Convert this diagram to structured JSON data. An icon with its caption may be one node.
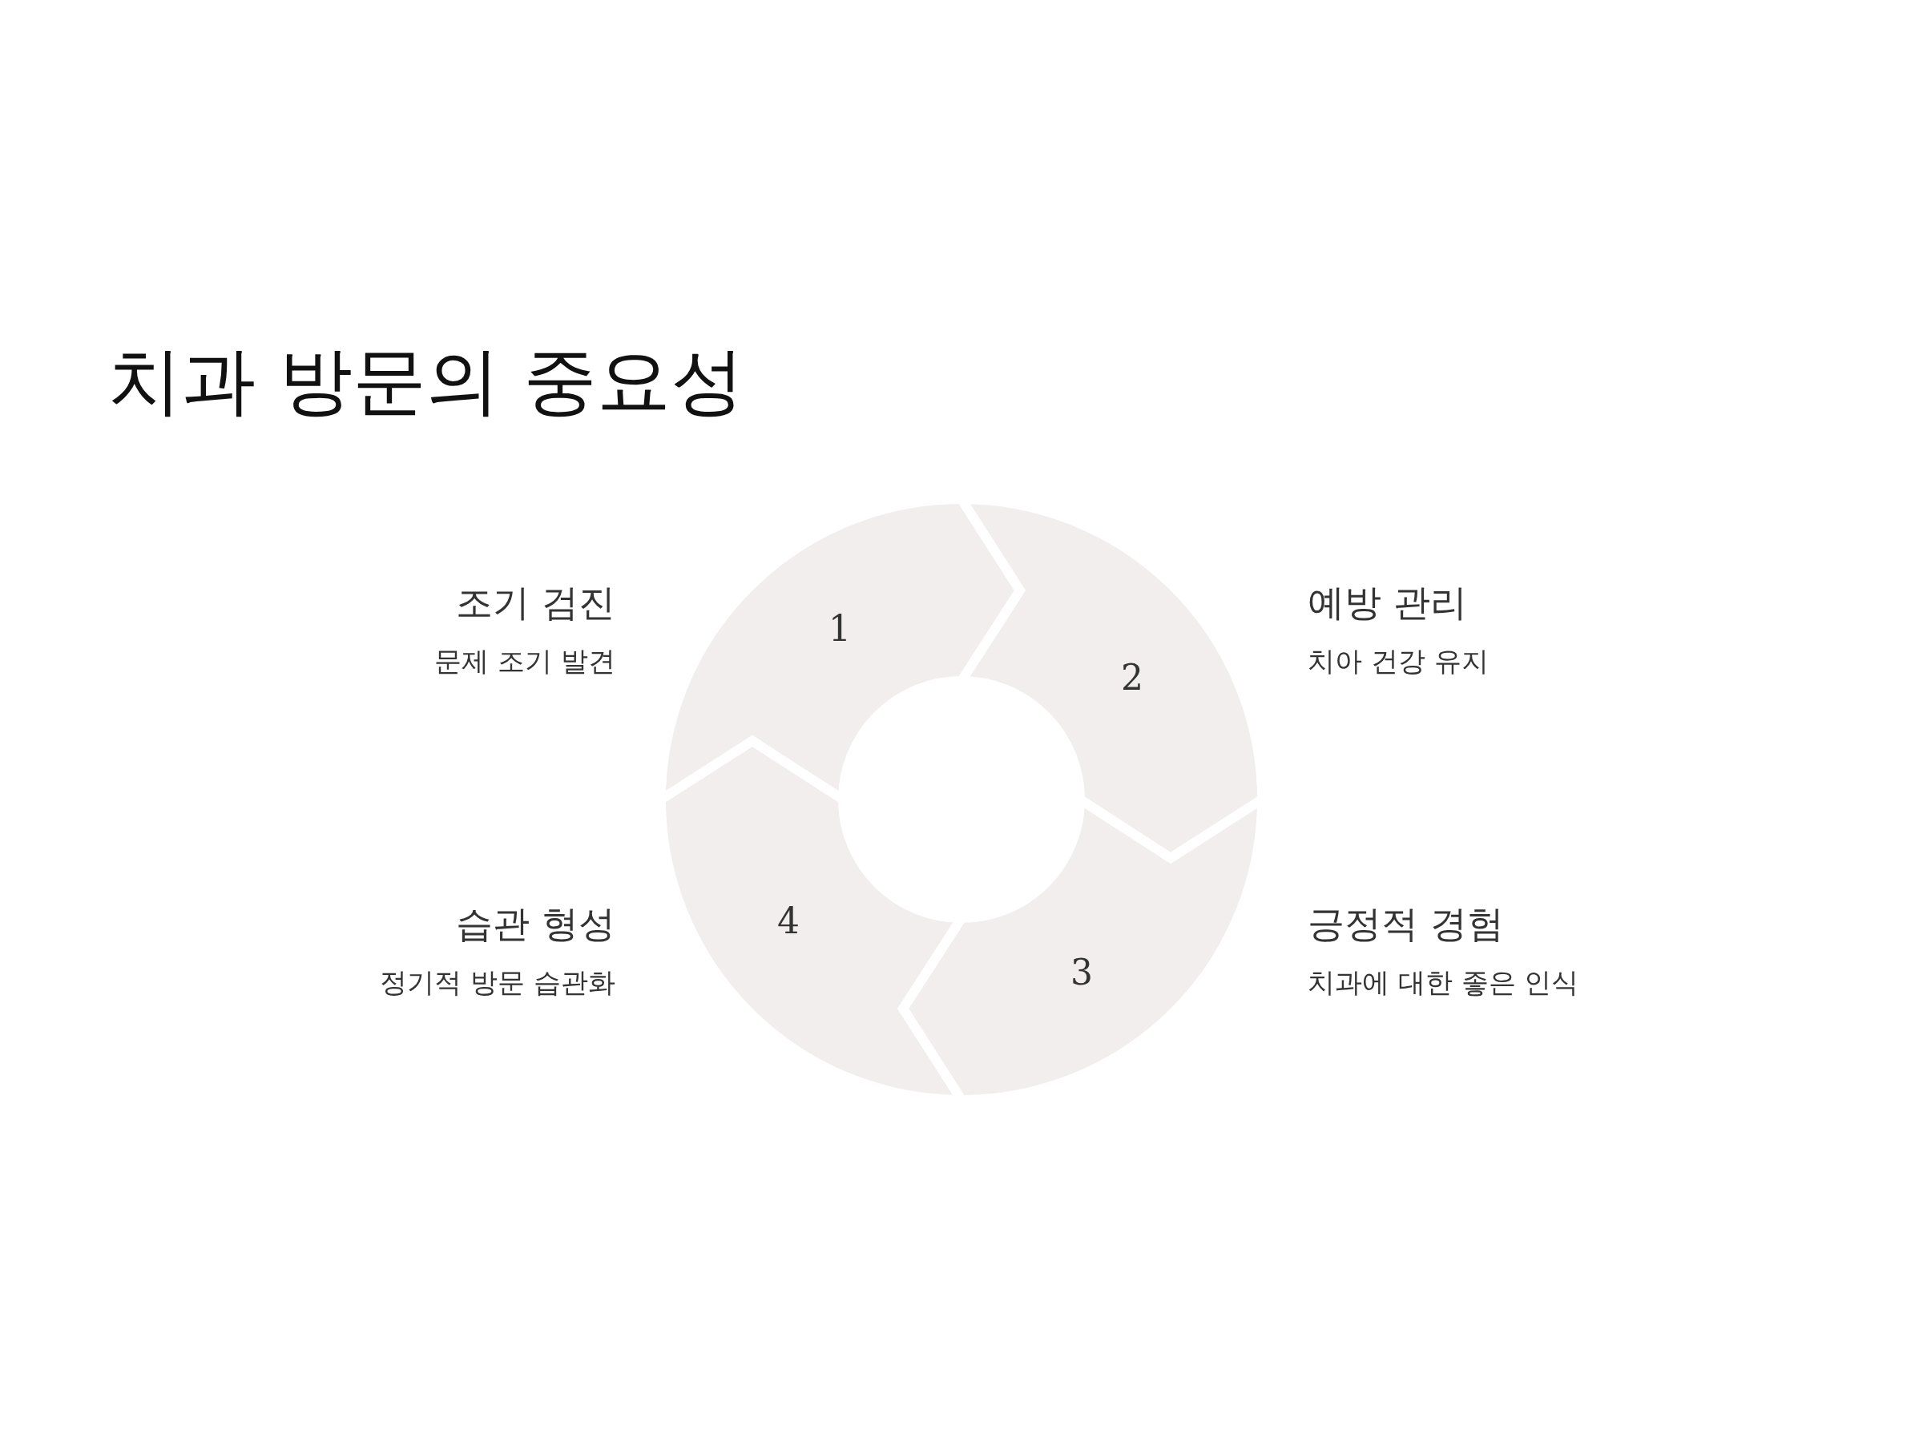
{
  "diagram": {
    "title": "치과 방문의 중요성",
    "nodes": [
      {
        "text": [
          "1"
        ],
        "beside": [
          "조기 검진",
          "문제 조기 발견"
        ]
      },
      {
        "text": [
          "2"
        ],
        "beside": [
          "예방 관리",
          "치아 건강 유지"
        ]
      },
      {
        "text": [
          "3"
        ],
        "beside": [
          "긍정적 경험",
          "치과에 대한 좋은 인식"
        ]
      },
      {
        "text": [
          "4"
        ],
        "beside": [
          "습관 형성",
          "정기적 방문 습관화"
        ]
      }
    ]
  }
}
